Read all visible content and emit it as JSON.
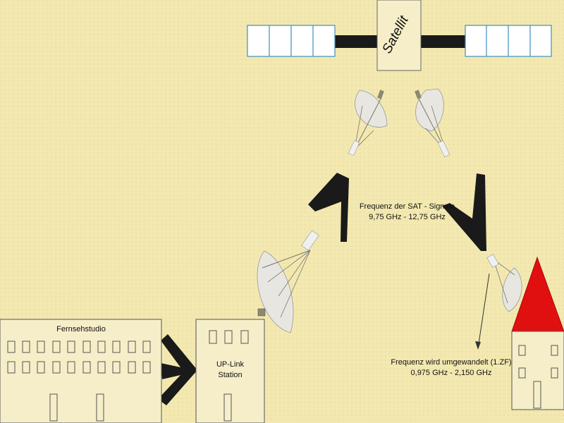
{
  "satellite": {
    "label": "Satellit"
  },
  "studio": {
    "label": "Fernsehstudio"
  },
  "uplink": {
    "line1": "UP-Link",
    "line2": "Station"
  },
  "sat_signal": {
    "line1": "Frequenz der SAT - Signale",
    "line2": "9,75 GHz - 12,75 GHz"
  },
  "converted": {
    "line1": "Frequenz wird umgewandelt (1.ZF)",
    "line2": "0,975 GHz - 2,150 GHz"
  },
  "colors": {
    "background": "#f3e9b0",
    "panel_border": "#3d8fbf",
    "roof": "#e01010",
    "arrow": "#1a1a1a",
    "dish": "#e8e6e0"
  }
}
